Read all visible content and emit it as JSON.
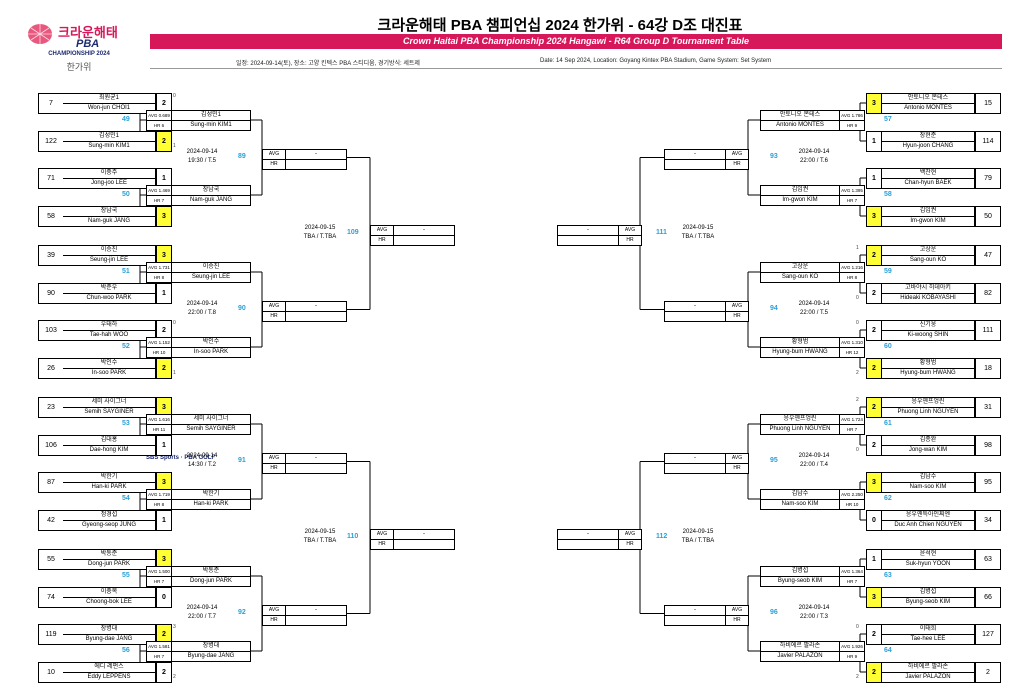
{
  "header": {
    "title": "크라운해태 PBA 챔피언십 2024 한가위 - 64강 D조 대진표",
    "subtitle": "Crown Haitai PBA Championship 2024 Hangawi - R64 Group D Tournament Table",
    "info_ko": "일정: 2024-09-14(토), 장소: 고양 킨텍스 PBA 스티디움, 경기방식: 세트제",
    "info_en": "Date: 14 Sep 2024, Location: Goyang Kintex PBA Stadium, Game System: Set System"
  },
  "logo": {
    "brand_ko": "크라운해태",
    "brand_pba": "PBA",
    "brand_ch": "CHAMPIONSHIP 2024",
    "brand_hg": "한가위"
  },
  "sponsor": "SBS Sports · PBA GOLF",
  "left_pairs": [
    {
      "a": {
        "seed": "7",
        "ko": "최원균1",
        "en": "Won-jun CHOI1",
        "score": "2",
        "win": false,
        "sets": "0"
      },
      "b": {
        "seed": "122",
        "ko": "김성민1",
        "en": "Sung-min KIM1",
        "score": "2",
        "win": true,
        "sets": "1"
      },
      "match": "49",
      "w": {
        "avg": "AVG 0.689",
        "hr": "HR 6",
        "ko": "김성민1",
        "en": "Sung-min KIM1"
      }
    },
    {
      "a": {
        "seed": "71",
        "ko": "이중주",
        "en": "Jong-joo LEE",
        "score": "1",
        "win": false,
        "sets": ""
      },
      "b": {
        "seed": "58",
        "ko": "장남국",
        "en": "Nam-guk JANG",
        "score": "3",
        "win": true,
        "sets": ""
      },
      "match": "50",
      "w": {
        "avg": "AVG 1.469",
        "hr": "HR 7",
        "ko": "장남국",
        "en": "Nam-guk JANG"
      }
    },
    {
      "a": {
        "seed": "39",
        "ko": "이승진",
        "en": "Seung-jin LEE",
        "score": "3",
        "win": true,
        "sets": ""
      },
      "b": {
        "seed": "90",
        "ko": "박춘우",
        "en": "Chun-woo PARK",
        "score": "1",
        "win": false,
        "sets": ""
      },
      "match": "51",
      "w": {
        "avg": "AVG 1.731",
        "hr": "HR 8",
        "ko": "이승진",
        "en": "Seung-jin LEE"
      }
    },
    {
      "a": {
        "seed": "103",
        "ko": "우태하",
        "en": "Tae-hah WOO",
        "score": "2",
        "win": false,
        "sets": "0"
      },
      "b": {
        "seed": "26",
        "ko": "박인수",
        "en": "In-soo PARK",
        "score": "2",
        "win": true,
        "sets": "1"
      },
      "match": "52",
      "w": {
        "avg": "AVG 1.152",
        "hr": "HR 10",
        "ko": "박인수",
        "en": "In-soo PARK"
      }
    },
    {
      "a": {
        "seed": "23",
        "ko": "세미 사이그너",
        "en": "Semih SAYGINER",
        "score": "3",
        "win": true,
        "sets": ""
      },
      "b": {
        "seed": "106",
        "ko": "김대홍",
        "en": "Dae-hong KIM",
        "score": "1",
        "win": false,
        "sets": ""
      },
      "match": "53",
      "w": {
        "avg": "AVG 1.616",
        "hr": "HR 11",
        "ko": "세미 사이그너",
        "en": "Semih SAYGINER"
      }
    },
    {
      "a": {
        "seed": "87",
        "ko": "박한기",
        "en": "Han-ki PARK",
        "score": "3",
        "win": true,
        "sets": ""
      },
      "b": {
        "seed": "42",
        "ko": "정경섭",
        "en": "Gyeong-seop JUNG",
        "score": "1",
        "win": false,
        "sets": ""
      },
      "match": "54",
      "w": {
        "avg": "AVG 1.719",
        "hr": "HR 8",
        "ko": "박한기",
        "en": "Han-ki PARK"
      }
    },
    {
      "a": {
        "seed": "55",
        "ko": "박동준",
        "en": "Dong-jun PARK",
        "score": "3",
        "win": true,
        "sets": ""
      },
      "b": {
        "seed": "74",
        "ko": "이충복",
        "en": "Choong-bok LEE",
        "score": "0",
        "win": false,
        "sets": ""
      },
      "match": "55",
      "w": {
        "avg": "AVG 1.500",
        "hr": "HR 7",
        "ko": "박동준",
        "en": "Dong-jun PARK"
      }
    },
    {
      "a": {
        "seed": "119",
        "ko": "장병대",
        "en": "Byung-dae JANG",
        "score": "2",
        "win": true,
        "sets": "3"
      },
      "b": {
        "seed": "10",
        "ko": "에디 레펀스",
        "en": "Eddy LEPPENS",
        "score": "2",
        "win": false,
        "sets": "2"
      },
      "match": "56",
      "w": {
        "avg": "AVG 1.581",
        "hr": "HR 7",
        "ko": "장병대",
        "en": "Byung-dae JANG"
      }
    }
  ],
  "right_pairs": [
    {
      "a": {
        "seed": "15",
        "ko": "안토니오 몬테스",
        "en": "Antonio MONTES",
        "score": "3",
        "win": true,
        "sets": ""
      },
      "b": {
        "seed": "114",
        "ko": "장현준",
        "en": "Hyun-joon CHANG",
        "score": "1",
        "win": false,
        "sets": ""
      },
      "match": "57",
      "w": {
        "avg": "AVG 1.786",
        "hr": "HR 9",
        "ko": "안토니오 몬테스",
        "en": "Antonio MONTES"
      }
    },
    {
      "a": {
        "seed": "79",
        "ko": "백찬현",
        "en": "Chan-hyun BAEK",
        "score": "1",
        "win": false,
        "sets": ""
      },
      "b": {
        "seed": "50",
        "ko": "김임권",
        "en": "Im-gwon KIM",
        "score": "3",
        "win": true,
        "sets": ""
      },
      "match": "58",
      "w": {
        "avg": "AVG 1.395",
        "hr": "HR 7",
        "ko": "김임권",
        "en": "Im-gwon KIM"
      }
    },
    {
      "a": {
        "seed": "47",
        "ko": "고상운",
        "en": "Sang-oun KO",
        "score": "2",
        "win": true,
        "sets": "1"
      },
      "b": {
        "seed": "82",
        "ko": "고바야시 히데아키",
        "en": "Hideaki KOBAYASHI",
        "score": "2",
        "win": false,
        "sets": "0"
      },
      "match": "59",
      "w": {
        "avg": "AVG 1.216",
        "hr": "HR 8",
        "ko": "고상운",
        "en": "Sang-oun KO"
      }
    },
    {
      "a": {
        "seed": "111",
        "ko": "신기웅",
        "en": "Ki-woong SHIN",
        "score": "2",
        "win": false,
        "sets": "0"
      },
      "b": {
        "seed": "18",
        "ko": "황형범",
        "en": "Hyung-bum HWANG",
        "score": "2",
        "win": true,
        "sets": "2"
      },
      "match": "60",
      "w": {
        "avg": "AVG 1.310",
        "hr": "HR 12",
        "ko": "황형범",
        "en": "Hyung-bum HWANG"
      }
    },
    {
      "a": {
        "seed": "31",
        "ko": "응우옌프엉린",
        "en": "Phuong Linh NGUYEN",
        "score": "2",
        "win": true,
        "sets": "2"
      },
      "b": {
        "seed": "98",
        "ko": "김종완",
        "en": "Jong-wan KIM",
        "score": "2",
        "win": false,
        "sets": "0"
      },
      "match": "61",
      "w": {
        "avg": "AVG 1.724",
        "hr": "HR 7",
        "ko": "응우옌프엉린",
        "en": "Phuong Linh NGUYEN"
      }
    },
    {
      "a": {
        "seed": "95",
        "ko": "김남수",
        "en": "Nam-soo KIM",
        "score": "3",
        "win": true,
        "sets": ""
      },
      "b": {
        "seed": "34",
        "ko": "응우옌득아인찌엔",
        "en": "Duc Anh Chien NGUYEN",
        "score": "0",
        "win": false,
        "sets": ""
      },
      "match": "62",
      "w": {
        "avg": "AVG 2.250",
        "hr": "HR 10",
        "ko": "김남수",
        "en": "Nam-soo KIM"
      }
    },
    {
      "a": {
        "seed": "63",
        "ko": "윤석현",
        "en": "Suk-hyun YOON",
        "score": "1",
        "win": false,
        "sets": ""
      },
      "b": {
        "seed": "66",
        "ko": "김병섭",
        "en": "Byung-seob KIM",
        "score": "3",
        "win": true,
        "sets": ""
      },
      "match": "63",
      "w": {
        "avg": "AVG 1.364",
        "hr": "HR 7",
        "ko": "김병섭",
        "en": "Byung-seob KIM"
      }
    },
    {
      "a": {
        "seed": "127",
        "ko": "이태희",
        "en": "Tae-hee LEE",
        "score": "2",
        "win": false,
        "sets": "0"
      },
      "b": {
        "seed": "2",
        "ko": "하비에르 팔라손",
        "en": "Javier PALAZON",
        "score": "2",
        "win": true,
        "sets": "2"
      },
      "match": "64",
      "w": {
        "avg": "AVG 1.926",
        "hr": "HR 9",
        "ko": "하비에르 팔라손",
        "en": "Javier PALAZON"
      }
    }
  ],
  "r16_left": [
    {
      "match": "89",
      "date": "2024-09-14",
      "time": "19:30 / T.5",
      "avg": "AVG",
      "hr": "HR",
      "val": "-"
    },
    {
      "match": "90",
      "date": "2024-09-14",
      "time": "22:00 / T.8",
      "avg": "AVG",
      "hr": "HR",
      "val": "-"
    },
    {
      "match": "91",
      "date": "2024-09-14",
      "time": "14:30 / T.2",
      "avg": "AVG",
      "hr": "HR",
      "val": "-"
    },
    {
      "match": "92",
      "date": "2024-09-14",
      "time": "22:00 / T.7",
      "avg": "AVG",
      "hr": "HR",
      "val": "-"
    }
  ],
  "r16_right": [
    {
      "match": "93",
      "date": "2024-09-14",
      "time": "22:00 / T.6",
      "avg": "AVG",
      "hr": "HR",
      "val": "-"
    },
    {
      "match": "94",
      "date": "2024-09-14",
      "time": "22:00 / T.5",
      "avg": "AVG",
      "hr": "HR",
      "val": "-"
    },
    {
      "match": "95",
      "date": "2024-09-14",
      "time": "22:00 / T.4",
      "avg": "AVG",
      "hr": "HR",
      "val": "-"
    },
    {
      "match": "96",
      "date": "2024-09-14",
      "time": "22:00 / T.3",
      "avg": "AVG",
      "hr": "HR",
      "val": "-"
    }
  ],
  "r8_left": [
    {
      "match": "109",
      "date": "2024-09-15",
      "time": "TBA / T.TBA",
      "avg": "AVG",
      "hr": "HR",
      "val": "-"
    },
    {
      "match": "110",
      "date": "2024-09-15",
      "time": "TBA / T.TBA",
      "avg": "AVG",
      "hr": "HR",
      "val": "-"
    }
  ],
  "r8_right": [
    {
      "match": "111",
      "date": "2024-09-15",
      "time": "TBA / T.TBA",
      "avg": "AVG",
      "hr": "HR",
      "val": "-"
    },
    {
      "match": "112",
      "date": "2024-09-15",
      "time": "TBA / T.TBA",
      "avg": "AVG",
      "hr": "HR",
      "val": "-"
    }
  ],
  "colors": {
    "accent": "#d6185a",
    "winner": "#ffff33",
    "match_no": "#2aa0d8",
    "brand_navy": "#1d2a6e"
  }
}
